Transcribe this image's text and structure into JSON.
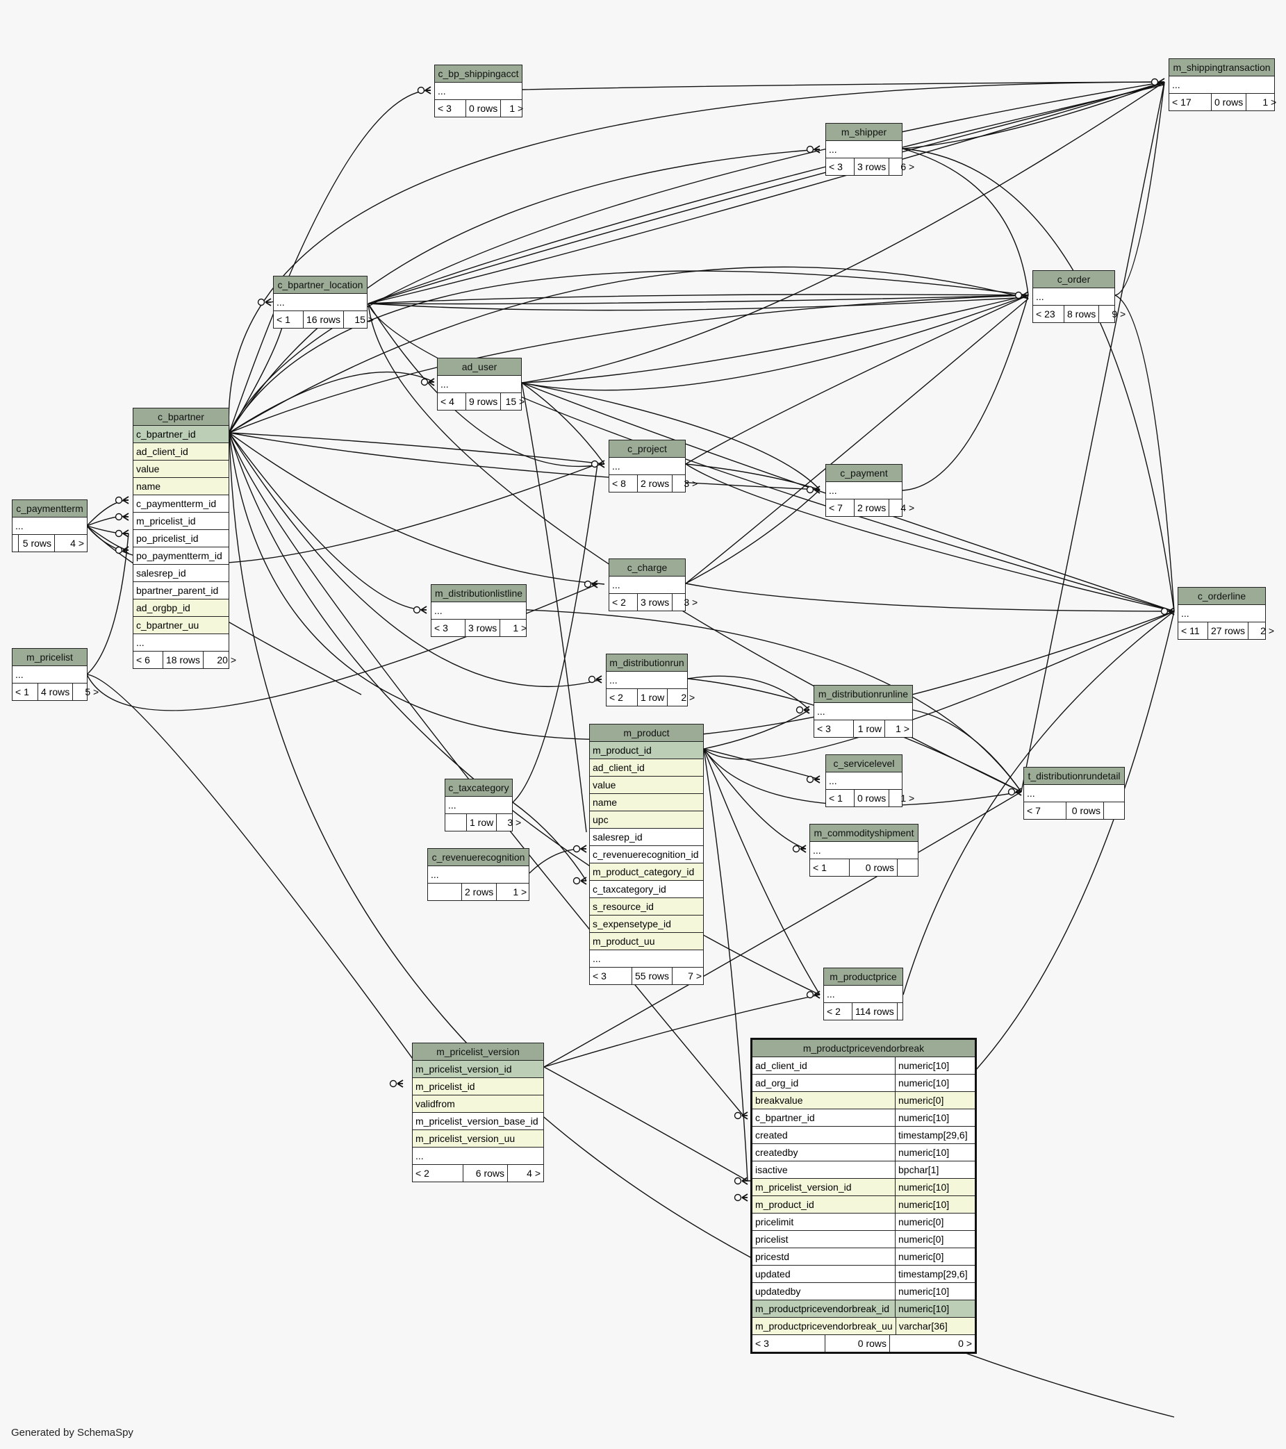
{
  "credit": "Generated by SchemaSpy",
  "tables": [
    {
      "id": "c_paymentterm",
      "title": "c_paymentterm",
      "rows": [
        {
          "n": "..."
        }
      ],
      "foot": [
        "",
        "5 rows",
        "4 >"
      ]
    },
    {
      "id": "m_pricelist",
      "title": "m_pricelist",
      "rows": [
        {
          "n": "..."
        }
      ],
      "foot": [
        "< 1",
        "4 rows",
        "5 >"
      ]
    },
    {
      "id": "c_bpartner",
      "title": "c_bpartner",
      "rows": [
        {
          "n": "c_bpartner_id",
          "k": "pk"
        },
        {
          "n": "ad_client_id",
          "k": "idx"
        },
        {
          "n": "value",
          "k": "idx"
        },
        {
          "n": "name",
          "k": "idx"
        },
        {
          "n": "c_paymentterm_id"
        },
        {
          "n": "m_pricelist_id"
        },
        {
          "n": "po_pricelist_id"
        },
        {
          "n": "po_paymentterm_id"
        },
        {
          "n": "salesrep_id"
        },
        {
          "n": "bpartner_parent_id"
        },
        {
          "n": "ad_orgbp_id",
          "k": "idx"
        },
        {
          "n": "c_bpartner_uu",
          "k": "idx"
        },
        {
          "n": "..."
        }
      ],
      "foot": [
        "< 6",
        "18 rows",
        "20 >"
      ]
    },
    {
      "id": "c_bp_shippingacct",
      "title": "c_bp_shippingacct",
      "rows": [
        {
          "n": "..."
        }
      ],
      "foot": [
        "< 3",
        "0 rows",
        "1 >"
      ]
    },
    {
      "id": "c_bpartner_location",
      "title": "c_bpartner_location",
      "rows": [
        {
          "n": "..."
        }
      ],
      "foot": [
        "< 1",
        "16 rows",
        "15 >"
      ]
    },
    {
      "id": "ad_user",
      "title": "ad_user",
      "rows": [
        {
          "n": "..."
        }
      ],
      "foot": [
        "< 4",
        "9 rows",
        "15 >"
      ]
    },
    {
      "id": "m_distributionlistline",
      "title": "m_distributionlistline",
      "rows": [
        {
          "n": "..."
        }
      ],
      "foot": [
        "< 3",
        "3 rows",
        "1 >"
      ]
    },
    {
      "id": "m_pricelist_version",
      "title": "m_pricelist_version",
      "rows": [
        {
          "n": "m_pricelist_version_id",
          "k": "pk"
        },
        {
          "n": "m_pricelist_id",
          "k": "idx"
        },
        {
          "n": "validfrom",
          "k": "idx"
        },
        {
          "n": "m_pricelist_version_base_id"
        },
        {
          "n": "m_pricelist_version_uu",
          "k": "idx"
        },
        {
          "n": "..."
        }
      ],
      "foot": [
        "< 2",
        "6 rows",
        "4 >"
      ]
    },
    {
      "id": "c_taxcategory",
      "title": "c_taxcategory",
      "rows": [
        {
          "n": "..."
        }
      ],
      "foot": [
        "",
        "1 row",
        "3 >"
      ]
    },
    {
      "id": "c_revenuerecognition",
      "title": "c_revenuerecognition",
      "rows": [
        {
          "n": "..."
        }
      ],
      "foot": [
        "",
        "2 rows",
        "1 >"
      ]
    },
    {
      "id": "c_project",
      "title": "c_project",
      "rows": [
        {
          "n": "..."
        }
      ],
      "foot": [
        "< 8",
        "2 rows",
        "3 >"
      ]
    },
    {
      "id": "c_charge",
      "title": "c_charge",
      "rows": [
        {
          "n": "..."
        }
      ],
      "foot": [
        "< 2",
        "3 rows",
        "3 >"
      ]
    },
    {
      "id": "m_distributionrun",
      "title": "m_distributionrun",
      "rows": [
        {
          "n": "..."
        }
      ],
      "foot": [
        "< 2",
        "1 row",
        "2 >"
      ]
    },
    {
      "id": "m_product",
      "title": "m_product",
      "rows": [
        {
          "n": "m_product_id",
          "k": "pk"
        },
        {
          "n": "ad_client_id",
          "k": "idx"
        },
        {
          "n": "value",
          "k": "idx"
        },
        {
          "n": "name",
          "k": "idx"
        },
        {
          "n": "upc",
          "k": "idx"
        },
        {
          "n": "salesrep_id"
        },
        {
          "n": "c_revenuerecognition_id"
        },
        {
          "n": "m_product_category_id",
          "k": "idx"
        },
        {
          "n": "c_taxcategory_id"
        },
        {
          "n": "s_resource_id",
          "k": "idx"
        },
        {
          "n": "s_expensetype_id",
          "k": "idx"
        },
        {
          "n": "m_product_uu",
          "k": "idx"
        },
        {
          "n": "..."
        }
      ],
      "foot": [
        "< 3",
        "55 rows",
        "7 >"
      ]
    },
    {
      "id": "m_shipper",
      "title": "m_shipper",
      "rows": [
        {
          "n": "..."
        }
      ],
      "foot": [
        "< 3",
        "3 rows",
        "6 >"
      ]
    },
    {
      "id": "c_payment",
      "title": "c_payment",
      "rows": [
        {
          "n": "..."
        }
      ],
      "foot": [
        "< 7",
        "2 rows",
        "4 >"
      ]
    },
    {
      "id": "m_distributionrunline",
      "title": "m_distributionrunline",
      "rows": [
        {
          "n": "..."
        }
      ],
      "foot": [
        "< 3",
        "1 row",
        "1 >"
      ]
    },
    {
      "id": "c_servicelevel",
      "title": "c_servicelevel",
      "rows": [
        {
          "n": "..."
        }
      ],
      "foot": [
        "< 1",
        "0 rows",
        "1 >"
      ]
    },
    {
      "id": "m_commodityshipment",
      "title": "m_commodityshipment",
      "rows": [
        {
          "n": "..."
        }
      ],
      "foot": [
        "< 1",
        "0 rows",
        ""
      ]
    },
    {
      "id": "m_productprice",
      "title": "m_productprice",
      "rows": [
        {
          "n": "..."
        }
      ],
      "foot": [
        "< 2",
        "114 rows",
        ""
      ]
    },
    {
      "id": "m_productpricevendorbreak",
      "title": "m_productpricevendorbreak",
      "rows": [
        {
          "n": "ad_client_id",
          "t": "numeric[10]"
        },
        {
          "n": "ad_org_id",
          "t": "numeric[10]"
        },
        {
          "n": "breakvalue",
          "t": "numeric[0]",
          "k": "idx"
        },
        {
          "n": "c_bpartner_id",
          "t": "numeric[10]"
        },
        {
          "n": "created",
          "t": "timestamp[29,6]"
        },
        {
          "n": "createdby",
          "t": "numeric[10]"
        },
        {
          "n": "isactive",
          "t": "bpchar[1]"
        },
        {
          "n": "m_pricelist_version_id",
          "t": "numeric[10]",
          "k": "idx"
        },
        {
          "n": "m_product_id",
          "t": "numeric[10]",
          "k": "idx"
        },
        {
          "n": "pricelimit",
          "t": "numeric[0]"
        },
        {
          "n": "pricelist",
          "t": "numeric[0]"
        },
        {
          "n": "pricestd",
          "t": "numeric[0]"
        },
        {
          "n": "updated",
          "t": "timestamp[29,6]"
        },
        {
          "n": "updatedby",
          "t": "numeric[10]"
        },
        {
          "n": "m_productpricevendorbreak_id",
          "t": "numeric[10]",
          "k": "pk"
        },
        {
          "n": "m_productpricevendorbreak_uu",
          "t": "varchar[36]",
          "k": "idx"
        }
      ],
      "foot": [
        "< 3",
        "0 rows",
        "0 >"
      ]
    },
    {
      "id": "m_shippingtransaction",
      "title": "m_shippingtransaction",
      "rows": [
        {
          "n": "..."
        }
      ],
      "foot": [
        "< 17",
        "0 rows",
        "1 >"
      ]
    },
    {
      "id": "c_order",
      "title": "c_order",
      "rows": [
        {
          "n": "..."
        }
      ],
      "foot": [
        "< 23",
        "8 rows",
        "9 >"
      ]
    },
    {
      "id": "c_orderline",
      "title": "c_orderline",
      "rows": [
        {
          "n": "..."
        }
      ],
      "foot": [
        "< 11",
        "27 rows",
        "2 >"
      ]
    },
    {
      "id": "t_distributionrundetail",
      "title": "t_distributionrundetail",
      "rows": [
        {
          "n": "..."
        }
      ],
      "foot": [
        "< 7",
        "0 rows",
        ""
      ]
    }
  ]
}
